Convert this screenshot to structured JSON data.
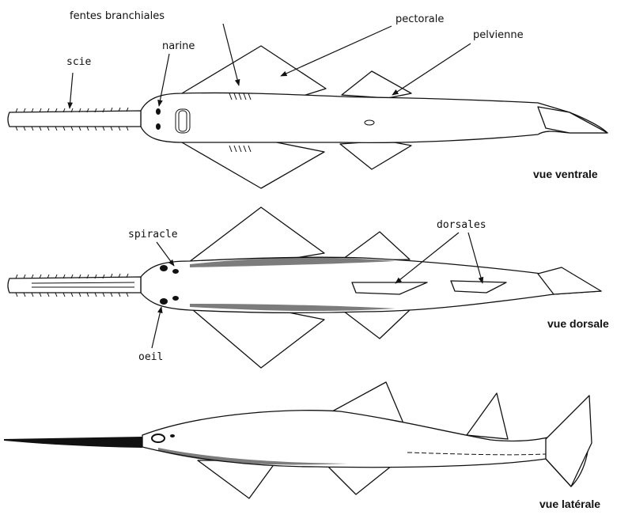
{
  "labels": {
    "fentes_branchiales": "fentes branchiales",
    "pectorale": "pectorale",
    "pelvienne": "pelvienne",
    "narine": "narine",
    "scie": "scie",
    "spiracle": "spiracle",
    "dorsales": "dorsales",
    "oeil": "oeil"
  },
  "views": {
    "ventral": "vue ventrale",
    "dorsal": "vue dorsale",
    "lateral": "vue latérale"
  }
}
